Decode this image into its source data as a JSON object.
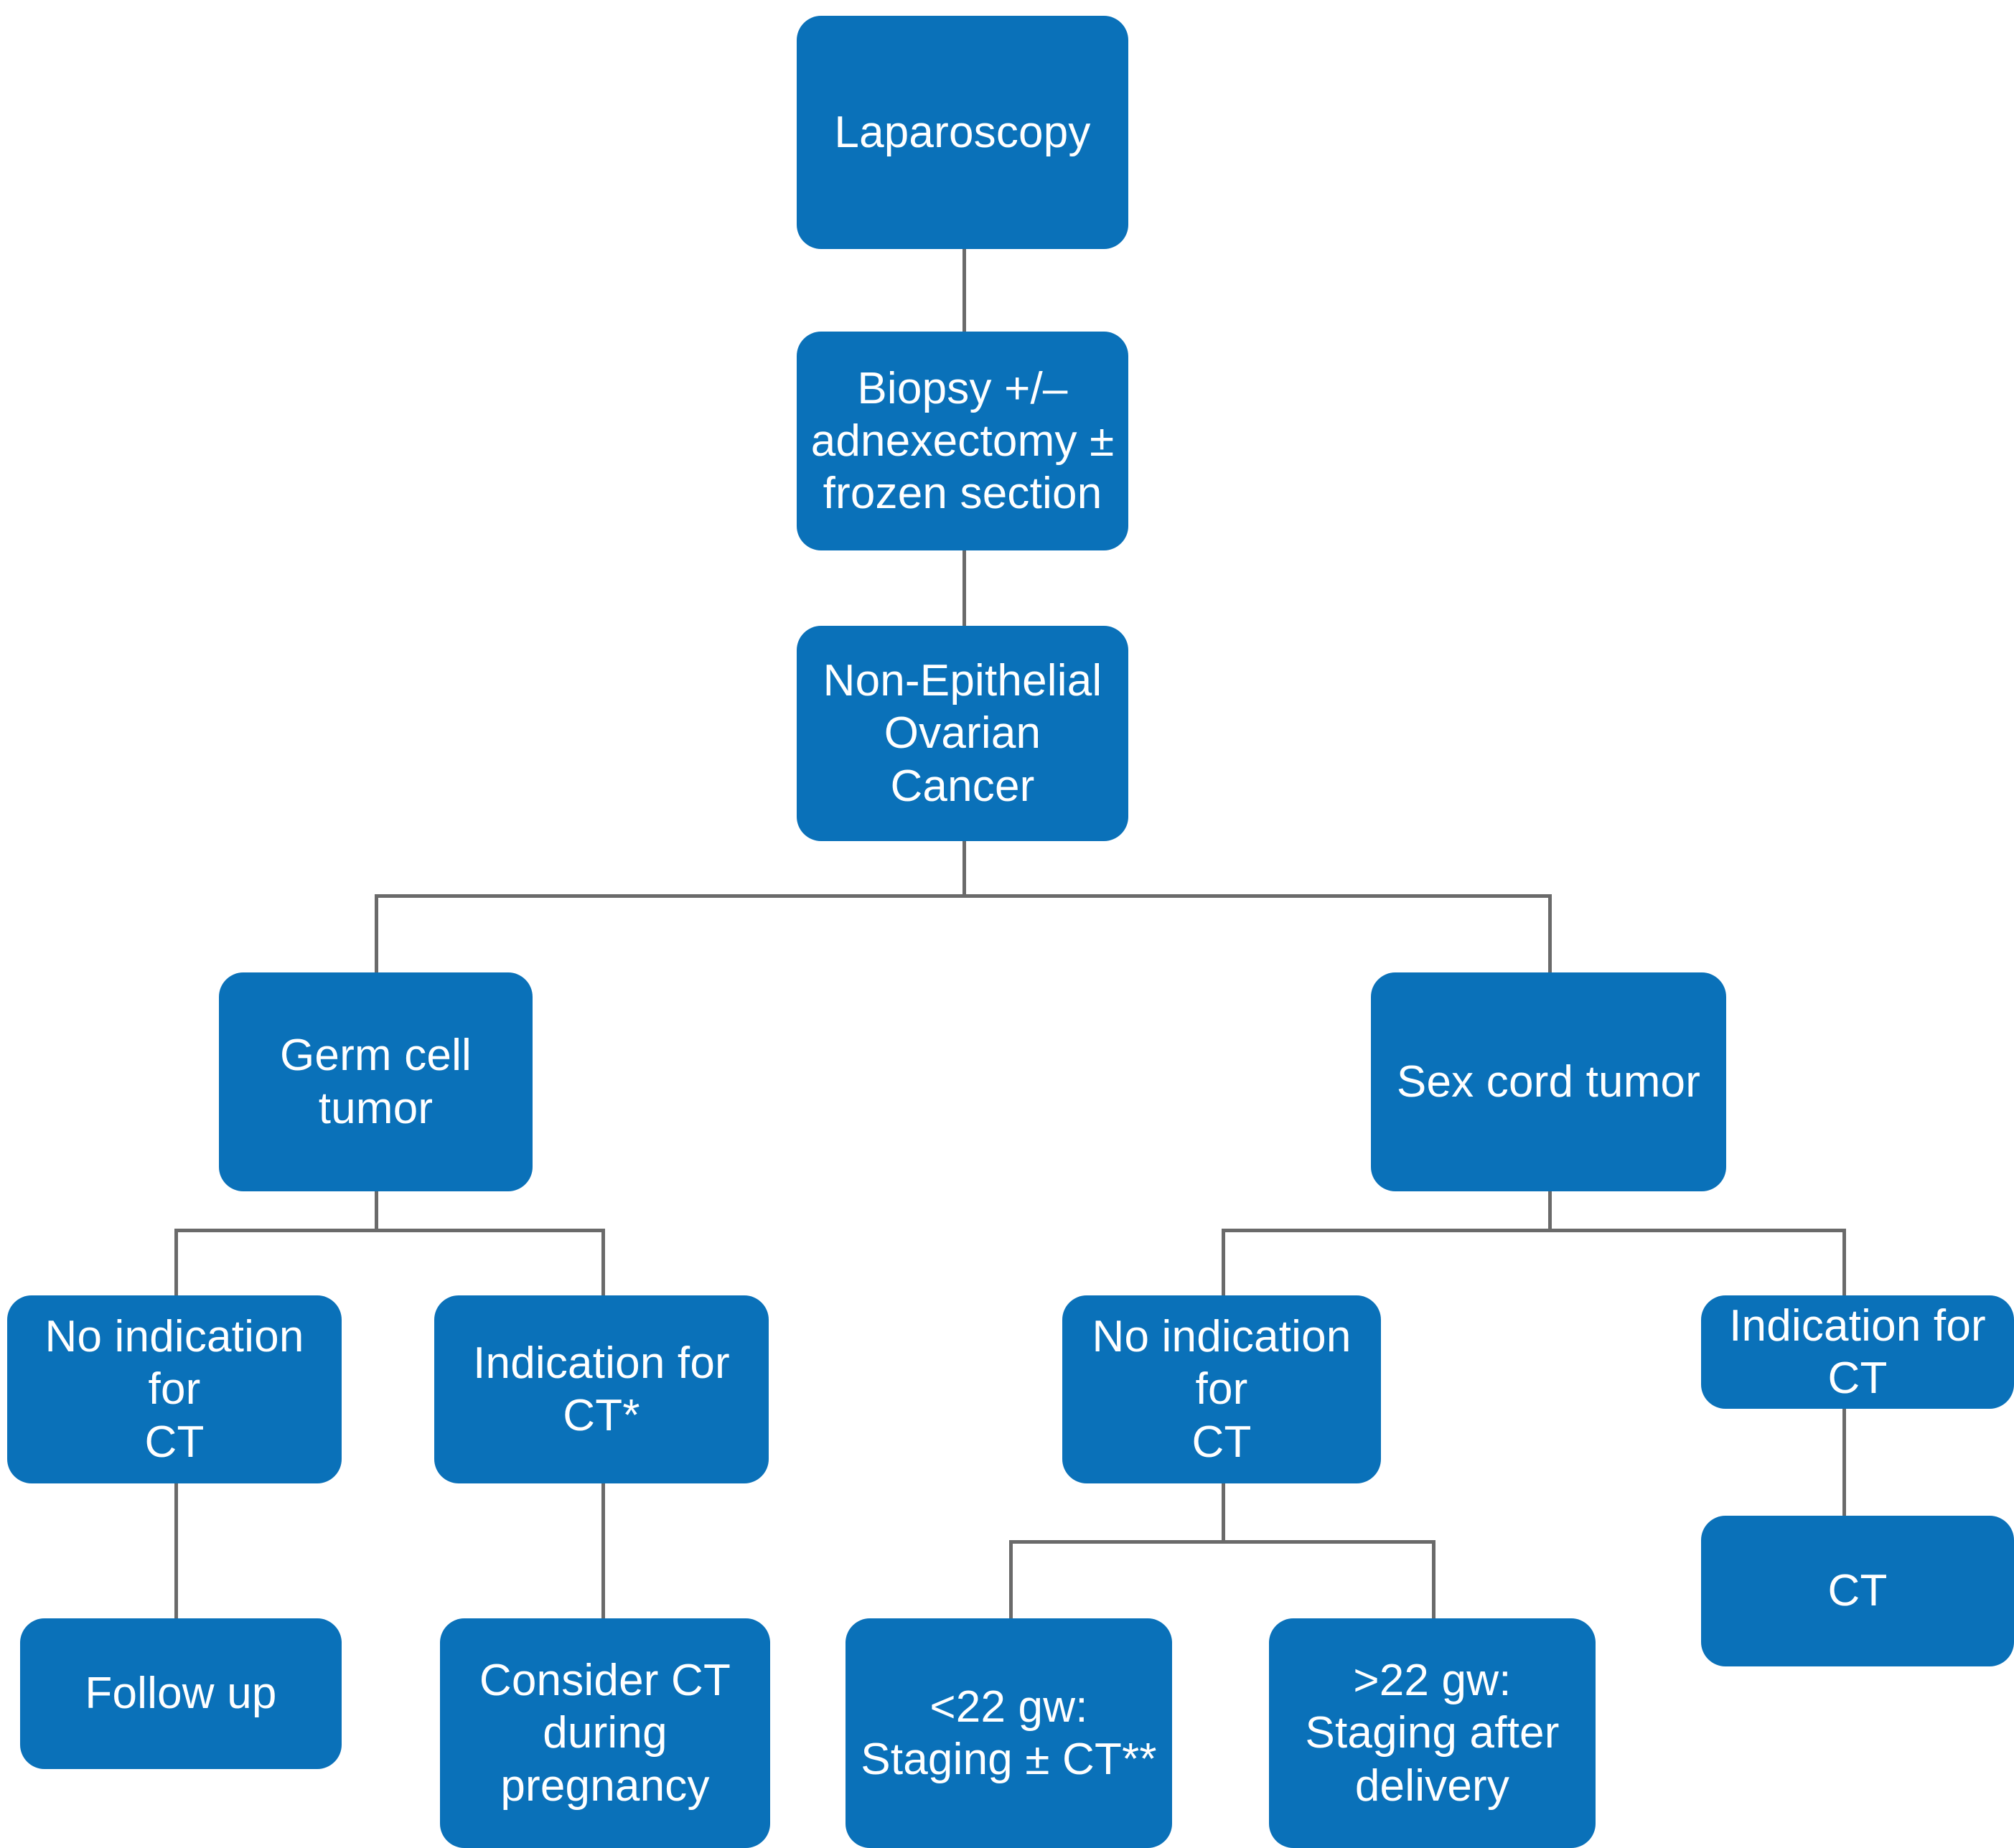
{
  "diagram": {
    "title": "Non-Epithelial Ovarian Cancer management algorithm",
    "type": "flowchart",
    "accent_color": "#0a71b9",
    "connector_color": "#6a6a6a",
    "text_color": "#ffffff",
    "background_color": "#ffffff"
  },
  "nodes": {
    "laparoscopy": "Laparoscopy",
    "biopsy": "Biopsy +/–\nadnexectomy ±\nfrozen section",
    "diagnosis": "Non-Epithelial\nOvarian Cancer",
    "germ_cell_tumor": "Germ cell tumor",
    "sex_cord_tumor": "Sex cord tumor",
    "germ_no_indication": "No indication for\nCT",
    "germ_indication": "Indication for\nCT*",
    "sex_no_indication": "No indication for\nCT",
    "sex_indication": "Indication for CT",
    "follow_up": "Follow up",
    "consider_ct": "Consider CT\nduring\npregnancy",
    "lt22gw": "<22 gw:\nStaging ± CT**",
    "gt22gw": ">22 gw:\nStaging after\ndelivery",
    "ct": "CT"
  },
  "edges": [
    {
      "from": "laparoscopy",
      "to": "biopsy"
    },
    {
      "from": "biopsy",
      "to": "diagnosis"
    },
    {
      "from": "diagnosis",
      "to": "germ_cell_tumor"
    },
    {
      "from": "diagnosis",
      "to": "sex_cord_tumor"
    },
    {
      "from": "germ_cell_tumor",
      "to": "germ_no_indication"
    },
    {
      "from": "germ_cell_tumor",
      "to": "germ_indication"
    },
    {
      "from": "germ_no_indication",
      "to": "follow_up"
    },
    {
      "from": "germ_indication",
      "to": "consider_ct"
    },
    {
      "from": "sex_cord_tumor",
      "to": "sex_no_indication"
    },
    {
      "from": "sex_cord_tumor",
      "to": "sex_indication"
    },
    {
      "from": "sex_no_indication",
      "to": "lt22gw"
    },
    {
      "from": "sex_no_indication",
      "to": "gt22gw"
    },
    {
      "from": "sex_indication",
      "to": "ct"
    }
  ]
}
